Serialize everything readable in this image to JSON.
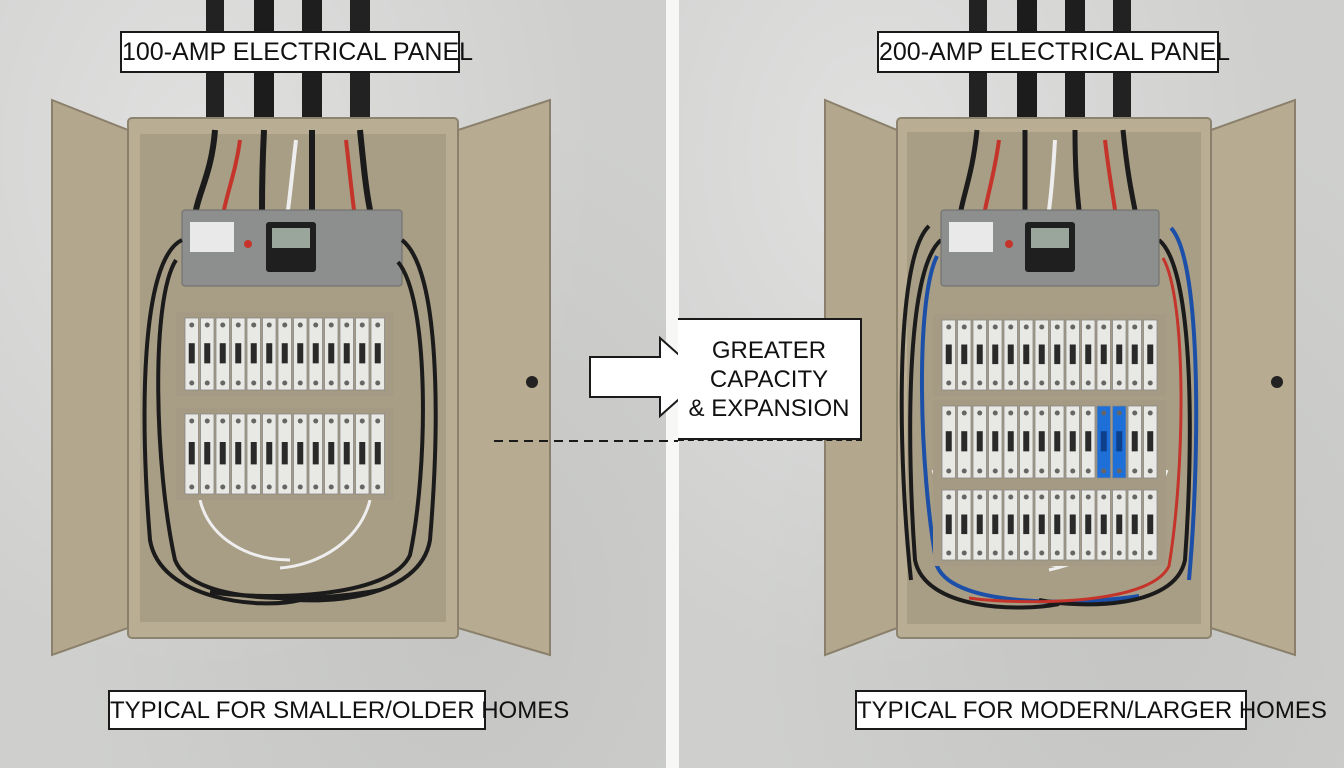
{
  "left_panel": {
    "title": "100-AMP ELECTRICAL PANEL",
    "caption": "TYPICAL FOR SMALLER/OLDER HOMES"
  },
  "right_panel": {
    "title": "200-AMP ELECTRICAL PANEL",
    "caption": "TYPICAL FOR MODERN/LARGER HOMES"
  },
  "callout": {
    "lines": [
      "GREATER",
      "CAPACITY",
      "& EXPANSION"
    ]
  },
  "colors": {
    "wall": "#cfd0ce",
    "enclosure": "#b9ad94",
    "door": "#b3a78d",
    "breaker_body": "#e8e8e4",
    "main_breaker": "#8d8f8f",
    "wire_black": "#1b1b1b",
    "wire_red": "#c4342a",
    "wire_white": "#eeeeee",
    "wire_blue": "#1c4fa8",
    "blue_breaker": "#1f6fd8"
  }
}
